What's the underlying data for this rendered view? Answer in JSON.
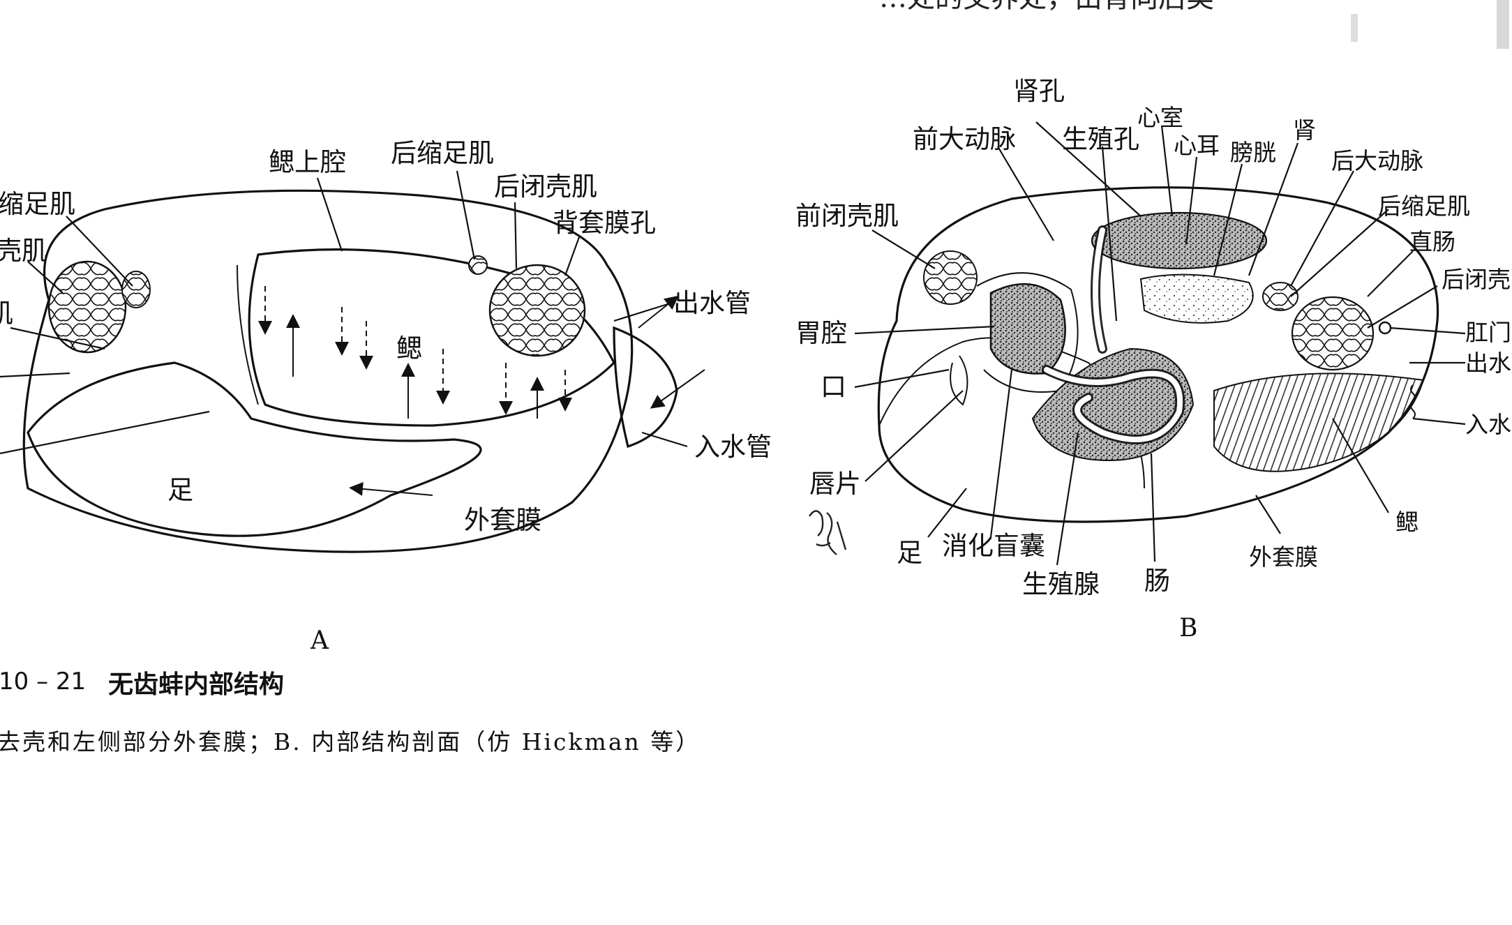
{
  "top_text": "…处的交界处，由背向后类",
  "panel_a": {
    "letter": "A",
    "labels": {
      "gill_upper_cavity": "鳃上腔",
      "posterior_retractor": "后缩足肌",
      "posterior_adductor": "后闭壳肌",
      "dorsal_mantle_pore": "背套膜孔",
      "anterior_retractor": "前缩足肌",
      "adductor_partial": "壳肌",
      "muscle_partial": "肌",
      "excurrent_siphon": "出水管",
      "gill": "鳃",
      "incurrent_siphon": "入水管",
      "foot": "足",
      "outer_mantle": "外套膜"
    }
  },
  "panel_b": {
    "letter": "B",
    "labels": {
      "nephridiopore": "肾孔",
      "ventricle": "心室",
      "kidney": "肾",
      "anterior_aorta": "前大动脉",
      "genital_pore": "生殖孔",
      "auricle": "心耳",
      "bladder": "膀胱",
      "posterior_aorta": "后大动脉",
      "anterior_adductor": "前闭壳肌",
      "posterior_retractor": "后缩足肌",
      "rectum": "直肠",
      "posterior_adductor": "后闭壳",
      "stomach": "胃腔",
      "anus": "肛门",
      "excurrent": "出水",
      "mouth": "口",
      "incurrent": "入水",
      "labial_palp": "唇片",
      "gill": "鳃",
      "foot": "足",
      "digestive_gland": "消化盲囊",
      "outer_mantle": "外套膜",
      "gonad": "生殖腺",
      "intestine": "肠"
    }
  },
  "caption": {
    "number": "10 – 21",
    "title": "无齿蚌内部结构",
    "note": "去壳和左侧部分外套膜；B. 内部结构剖面（仿 Hickman 等）"
  }
}
